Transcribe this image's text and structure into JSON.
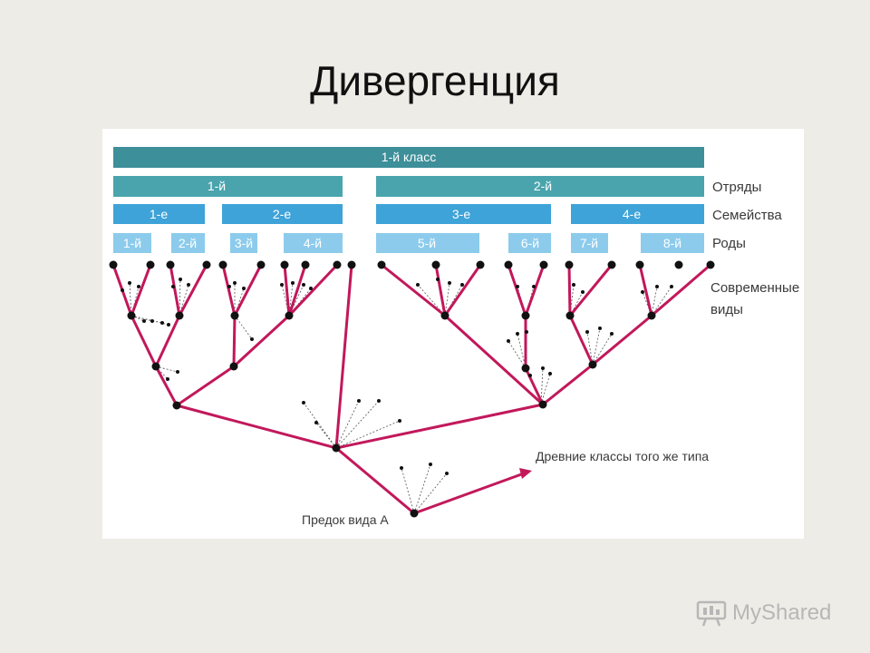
{
  "slide": {
    "title": "Дивергенция"
  },
  "diagram": {
    "class_bar": "1-й класс",
    "orders": [
      "1-й",
      "2-й"
    ],
    "families": [
      "1-е",
      "2-е",
      "3-е",
      "4-е"
    ],
    "genera": [
      "1-й",
      "2-й",
      "3-й",
      "4-й",
      "5-й",
      "6-й",
      "7-й",
      "8-й"
    ],
    "row_labels": {
      "orders": "Отряды",
      "families": "Семейства",
      "genera": "Роды",
      "species_line1": "Современные",
      "species_line2": "виды"
    },
    "annotations": {
      "ancient": "Древние классы того же типа",
      "ancestor": "Предок вида А"
    },
    "colors": {
      "class_bar": "#3d8f99",
      "order_bar": "#4aa4ad",
      "family_bar": "#3ea3d8",
      "genus_bar": "#8ccbec",
      "branch": "#c2185b",
      "node": "#111111"
    }
  },
  "logo": {
    "text": "MyShared"
  }
}
